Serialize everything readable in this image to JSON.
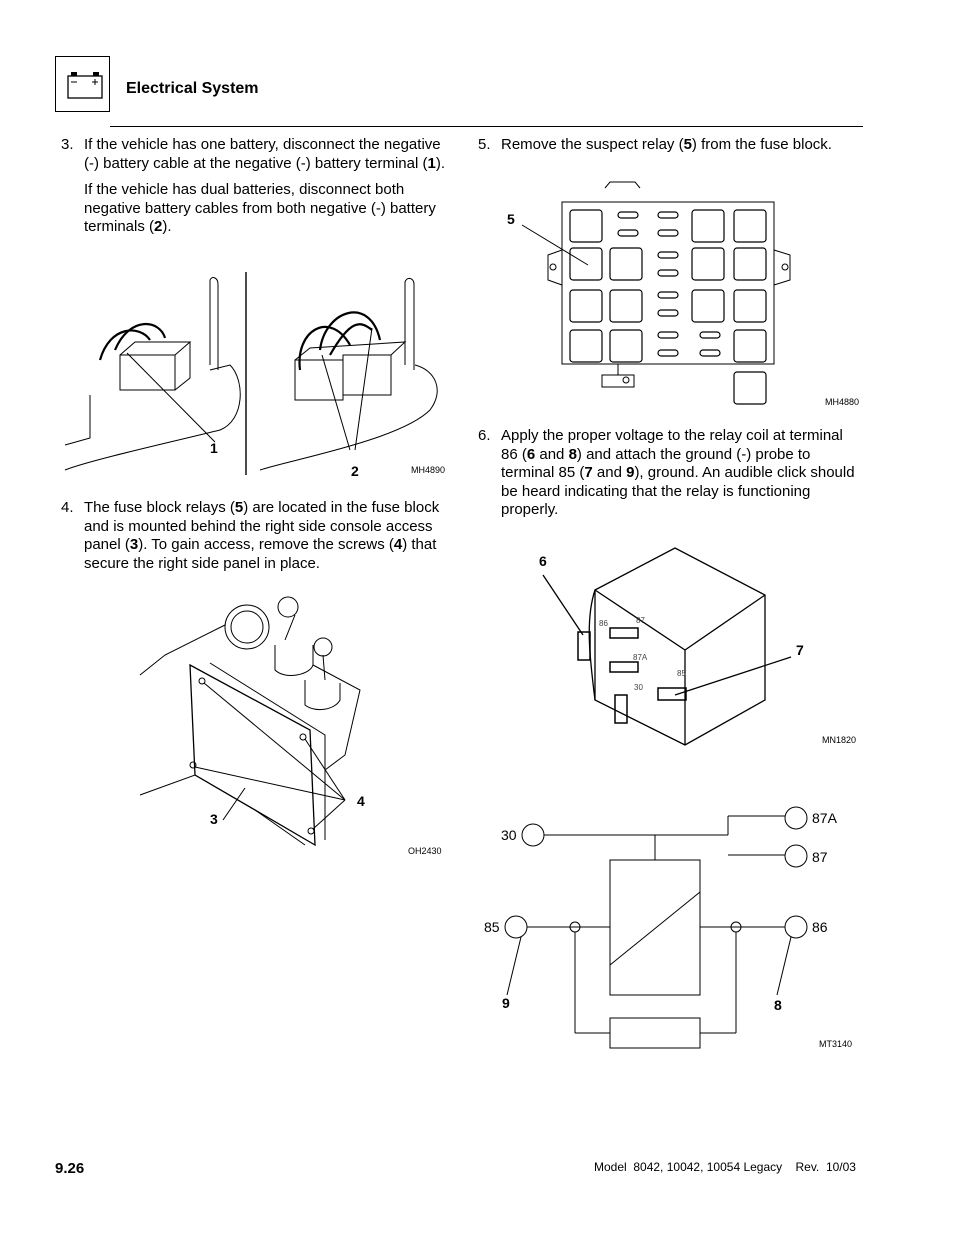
{
  "header": {
    "title": "Electrical System",
    "icon": "battery-icon"
  },
  "steps": {
    "s3": {
      "num": "3.",
      "p1a": "If the vehicle has one battery, disconnect the negative (-) battery cable at the negative (-) battery terminal (",
      "p1b": "1",
      "p1c": ").",
      "p2a": "If the vehicle has dual batteries, disconnect both negative battery cables from both negative (-) battery terminals (",
      "p2b": "2",
      "p2c": ")."
    },
    "s4": {
      "num": "4.",
      "a": "The fuse block relays (",
      "b": "5",
      "c": ") are located in the fuse block and is mounted behind the right side console access panel (",
      "d": "3",
      "e": "). To gain access, remove the screws (",
      "f": "4",
      "g": ") that secure the right side panel in place."
    },
    "s5": {
      "num": "5.",
      "a": "Remove the suspect relay (",
      "b": "5",
      "c": ") from the fuse block."
    },
    "s6": {
      "num": "6.",
      "a": "Apply the proper voltage to the relay coil at terminal 86 (",
      "b": "6",
      "c": " and ",
      "d": "8",
      "e": ") and attach the ground (-) probe to terminal 85 (",
      "f": "7",
      "g": " and ",
      "h": "9",
      "i": "), ground. An audible click should be heard indicating that the relay is functioning properly."
    }
  },
  "figures": {
    "battery": {
      "code": "MH4890",
      "callout1": "1",
      "callout2": "2"
    },
    "fuse_block": {
      "code": "MH4880",
      "callout": "5"
    },
    "panel": {
      "code": "OH2430",
      "callout3": "3",
      "callout4": "4"
    },
    "relay": {
      "code": "MN1820",
      "callout6": "6",
      "callout7": "7",
      "pin86": "86",
      "pin87": "87",
      "pin87a": "87A",
      "pin85": "85",
      "pin30": "30"
    },
    "schematic": {
      "code": "MT3140",
      "t30": "30",
      "t87a": "87A",
      "t87": "87",
      "t85": "85",
      "t86": "86",
      "callout9": "9",
      "callout8": "8"
    }
  },
  "footer": {
    "page": "9.26",
    "model": "Model  8042, 10042, 10054 Legacy    Rev.  10/03"
  }
}
